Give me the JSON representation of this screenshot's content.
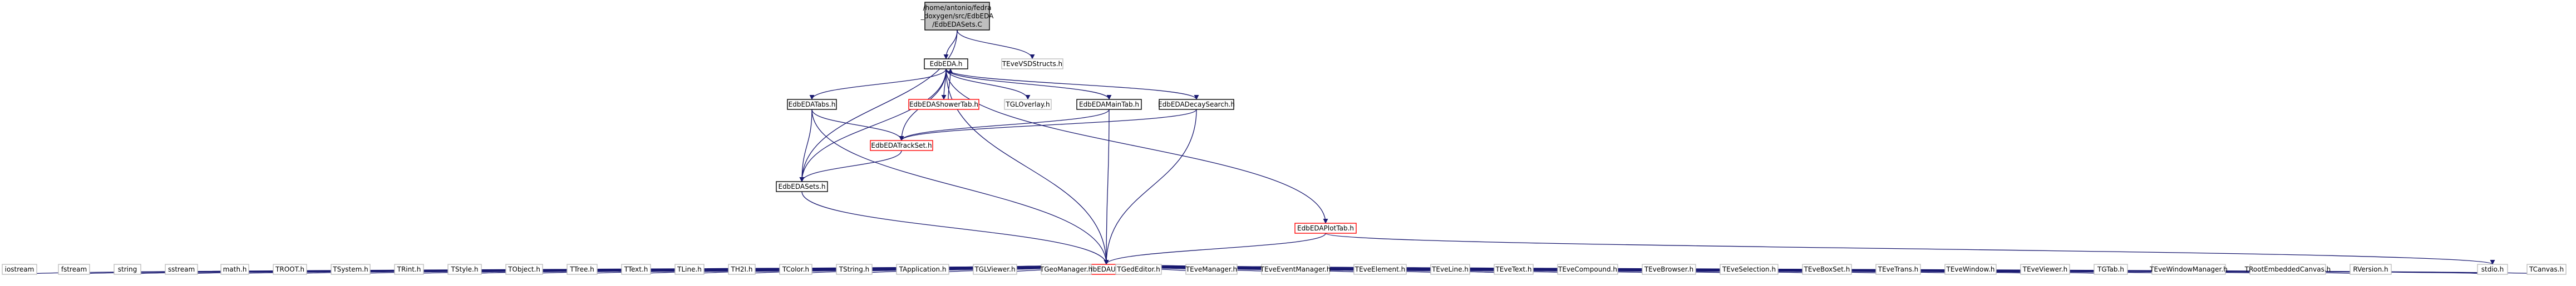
{
  "graph": {
    "root": "/home/antonio/fedra_doxygen/src/EdbEDA/EdbEDASets.C",
    "nodes": [
      {
        "id": "root",
        "lines": [
          "/home/antonio/fedra",
          "_doxygen/src/EdbEDA",
          "/EdbEDASets.C"
        ],
        "style": "root"
      },
      {
        "id": "EdbEDA_h",
        "lines": [
          "EdbEDA.h"
        ],
        "style": "normal"
      },
      {
        "id": "TEveVSDStructs_h",
        "lines": [
          "TEveVSDStructs.h"
        ],
        "style": "external"
      },
      {
        "id": "EdbEDATabs_h",
        "lines": [
          "EdbEDATabs.h"
        ],
        "style": "normal"
      },
      {
        "id": "EdbEDAShowerTab_h",
        "lines": [
          "EdbEDAShowerTab.h"
        ],
        "style": "truncated"
      },
      {
        "id": "TGLOverlay_h",
        "lines": [
          "TGLOverlay.h"
        ],
        "style": "external"
      },
      {
        "id": "EdbEDAMainTab_h",
        "lines": [
          "EdbEDAMainTab.h"
        ],
        "style": "normal"
      },
      {
        "id": "EdbEDADecaySearch_h",
        "lines": [
          "EdbEDADecaySearch.h"
        ],
        "style": "normal"
      },
      {
        "id": "EdbEDATrackSet_h",
        "lines": [
          "EdbEDATrackSet.h"
        ],
        "style": "truncated"
      },
      {
        "id": "EdbEDASets_h",
        "lines": [
          "EdbEDASets.h"
        ],
        "style": "normal"
      },
      {
        "id": "EdbEDAPlotTab_h",
        "lines": [
          "EdbEDAPlotTab.h"
        ],
        "style": "truncated"
      },
      {
        "id": "EdbEDAUtil_h",
        "lines": [
          "EdbEDAUtil.h"
        ],
        "style": "truncated"
      },
      {
        "id": "iostream",
        "lines": [
          "iostream"
        ],
        "style": "external"
      },
      {
        "id": "fstream",
        "lines": [
          "fstream"
        ],
        "style": "external"
      },
      {
        "id": "string",
        "lines": [
          "string"
        ],
        "style": "external"
      },
      {
        "id": "sstream",
        "lines": [
          "sstream"
        ],
        "style": "external"
      },
      {
        "id": "math_h",
        "lines": [
          "math.h"
        ],
        "style": "external"
      },
      {
        "id": "TROOT_h",
        "lines": [
          "TROOT.h"
        ],
        "style": "external"
      },
      {
        "id": "TSystem_h",
        "lines": [
          "TSystem.h"
        ],
        "style": "external"
      },
      {
        "id": "TRint_h",
        "lines": [
          "TRint.h"
        ],
        "style": "external"
      },
      {
        "id": "TStyle_h",
        "lines": [
          "TStyle.h"
        ],
        "style": "external"
      },
      {
        "id": "TObject_h",
        "lines": [
          "TObject.h"
        ],
        "style": "external"
      },
      {
        "id": "TTree_h",
        "lines": [
          "TTree.h"
        ],
        "style": "external"
      },
      {
        "id": "TText_h",
        "lines": [
          "TText.h"
        ],
        "style": "external"
      },
      {
        "id": "TLine_h",
        "lines": [
          "TLine.h"
        ],
        "style": "external"
      },
      {
        "id": "TH2I_h",
        "lines": [
          "TH2I.h"
        ],
        "style": "external"
      },
      {
        "id": "TColor_h",
        "lines": [
          "TColor.h"
        ],
        "style": "external"
      },
      {
        "id": "TString_h",
        "lines": [
          "TString.h"
        ],
        "style": "external"
      },
      {
        "id": "TApplication_h",
        "lines": [
          "TApplication.h"
        ],
        "style": "external"
      },
      {
        "id": "TGLViewer_h",
        "lines": [
          "TGLViewer.h"
        ],
        "style": "external"
      },
      {
        "id": "TGeoManager_h",
        "lines": [
          "TGeoManager.h"
        ],
        "style": "external"
      },
      {
        "id": "TGedEditor_h",
        "lines": [
          "TGedEditor.h"
        ],
        "style": "external"
      },
      {
        "id": "TEveManager_h",
        "lines": [
          "TEveManager.h"
        ],
        "style": "external"
      },
      {
        "id": "TEveEventManager_h",
        "lines": [
          "TEveEventManager.h"
        ],
        "style": "external"
      },
      {
        "id": "TEveElement_h",
        "lines": [
          "TEveElement.h"
        ],
        "style": "external"
      },
      {
        "id": "TEveLine_h",
        "lines": [
          "TEveLine.h"
        ],
        "style": "external"
      },
      {
        "id": "TEveText_h",
        "lines": [
          "TEveText.h"
        ],
        "style": "external"
      },
      {
        "id": "TEveCompound_h",
        "lines": [
          "TEveCompound.h"
        ],
        "style": "external"
      },
      {
        "id": "TEveBrowser_h",
        "lines": [
          "TEveBrowser.h"
        ],
        "style": "external"
      },
      {
        "id": "TEveSelection_h",
        "lines": [
          "TEveSelection.h"
        ],
        "style": "external"
      },
      {
        "id": "TEveBoxSet_h",
        "lines": [
          "TEveBoxSet.h"
        ],
        "style": "external"
      },
      {
        "id": "TEveTrans_h",
        "lines": [
          "TEveTrans.h"
        ],
        "style": "external"
      },
      {
        "id": "TEveWindow_h",
        "lines": [
          "TEveWindow.h"
        ],
        "style": "external"
      },
      {
        "id": "TEveViewer_h",
        "lines": [
          "TEveViewer.h"
        ],
        "style": "external"
      },
      {
        "id": "TGTab_h",
        "lines": [
          "TGTab.h"
        ],
        "style": "external"
      },
      {
        "id": "TEveWindowManager_h",
        "lines": [
          "TEveWindowManager.h"
        ],
        "style": "external"
      },
      {
        "id": "TRootEmbeddedCanvas_h",
        "lines": [
          "TRootEmbeddedCanvas.h"
        ],
        "style": "external"
      },
      {
        "id": "RVersion_h",
        "lines": [
          "RVersion.h"
        ],
        "style": "external"
      },
      {
        "id": "stdio_h",
        "lines": [
          "stdio.h"
        ],
        "style": "external"
      },
      {
        "id": "TCanvas_h",
        "lines": [
          "TCanvas.h"
        ],
        "style": "external"
      }
    ],
    "edges": [
      [
        "root",
        "EdbEDA_h"
      ],
      [
        "root",
        "TEveVSDStructs_h"
      ],
      [
        "root",
        "EdbEDASets_h"
      ],
      [
        "EdbEDA_h",
        "EdbEDATabs_h"
      ],
      [
        "EdbEDA_h",
        "EdbEDAShowerTab_h"
      ],
      [
        "EdbEDA_h",
        "TGLOverlay_h"
      ],
      [
        "EdbEDA_h",
        "EdbEDAMainTab_h"
      ],
      [
        "EdbEDA_h",
        "EdbEDADecaySearch_h"
      ],
      [
        "EdbEDA_h",
        "EdbEDATrackSet_h"
      ],
      [
        "EdbEDA_h",
        "EdbEDASets_h"
      ],
      [
        "EdbEDA_h",
        "EdbEDAPlotTab_h"
      ],
      [
        "EdbEDA_h",
        "EdbEDAUtil_h"
      ],
      [
        "EdbEDAShowerTab_h",
        "EdbEDA_h"
      ],
      [
        "EdbEDATabs_h",
        "EdbEDATrackSet_h"
      ],
      [
        "EdbEDATabs_h",
        "EdbEDASets_h"
      ],
      [
        "EdbEDATabs_h",
        "EdbEDAUtil_h"
      ],
      [
        "EdbEDAMainTab_h",
        "EdbEDATrackSet_h"
      ],
      [
        "EdbEDAMainTab_h",
        "EdbEDAUtil_h"
      ],
      [
        "EdbEDADecaySearch_h",
        "EdbEDATrackSet_h"
      ],
      [
        "EdbEDADecaySearch_h",
        "EdbEDAUtil_h"
      ],
      [
        "EdbEDATrackSet_h",
        "EdbEDASets_h"
      ],
      [
        "EdbEDASets_h",
        "EdbEDAUtil_h"
      ],
      [
        "EdbEDAPlotTab_h",
        "EdbEDAUtil_h"
      ],
      [
        "EdbEDAPlotTab_h",
        "stdio_h"
      ],
      [
        "EdbEDAUtil_h",
        "iostream"
      ],
      [
        "EdbEDAUtil_h",
        "fstream"
      ],
      [
        "EdbEDAUtil_h",
        "string"
      ],
      [
        "EdbEDAUtil_h",
        "sstream"
      ],
      [
        "EdbEDAUtil_h",
        "math_h"
      ],
      [
        "EdbEDAUtil_h",
        "TROOT_h"
      ],
      [
        "EdbEDAUtil_h",
        "TSystem_h"
      ],
      [
        "EdbEDAUtil_h",
        "TRint_h"
      ],
      [
        "EdbEDAUtil_h",
        "TStyle_h"
      ],
      [
        "EdbEDAUtil_h",
        "TObject_h"
      ],
      [
        "EdbEDAUtil_h",
        "TTree_h"
      ],
      [
        "EdbEDAUtil_h",
        "TText_h"
      ],
      [
        "EdbEDAUtil_h",
        "TLine_h"
      ],
      [
        "EdbEDAUtil_h",
        "TH2I_h"
      ],
      [
        "EdbEDAUtil_h",
        "TColor_h"
      ],
      [
        "EdbEDAUtil_h",
        "TString_h"
      ],
      [
        "EdbEDAUtil_h",
        "TApplication_h"
      ],
      [
        "EdbEDAUtil_h",
        "TGLViewer_h"
      ],
      [
        "EdbEDAUtil_h",
        "TGeoManager_h"
      ],
      [
        "EdbEDAUtil_h",
        "TGedEditor_h"
      ],
      [
        "EdbEDAUtil_h",
        "TEveManager_h"
      ],
      [
        "EdbEDAUtil_h",
        "TEveEventManager_h"
      ],
      [
        "EdbEDAUtil_h",
        "TEveElement_h"
      ],
      [
        "EdbEDAUtil_h",
        "TEveLine_h"
      ],
      [
        "EdbEDAUtil_h",
        "TEveText_h"
      ],
      [
        "EdbEDAUtil_h",
        "TEveCompound_h"
      ],
      [
        "EdbEDAUtil_h",
        "TEveBrowser_h"
      ],
      [
        "EdbEDAUtil_h",
        "TEveSelection_h"
      ],
      [
        "EdbEDAUtil_h",
        "TEveBoxSet_h"
      ],
      [
        "EdbEDAUtil_h",
        "TEveTrans_h"
      ],
      [
        "EdbEDAUtil_h",
        "TEveWindow_h"
      ],
      [
        "EdbEDAUtil_h",
        "TEveViewer_h"
      ],
      [
        "EdbEDAUtil_h",
        "TGTab_h"
      ],
      [
        "EdbEDAUtil_h",
        "TEveWindowManager_h"
      ],
      [
        "EdbEDAUtil_h",
        "TRootEmbeddedCanvas_h"
      ],
      [
        "EdbEDAUtil_h",
        "RVersion_h"
      ],
      [
        "EdbEDAUtil_h",
        "stdio_h"
      ],
      [
        "EdbEDAUtil_h",
        "TCanvas_h"
      ]
    ]
  },
  "colors": {
    "edge": "#191970",
    "root_fill": "#bfbfbf",
    "node_border": "#000000",
    "truncated_border": "#ff0000",
    "external_border": "#bfbfbf",
    "node_fill": "#ffffff"
  }
}
